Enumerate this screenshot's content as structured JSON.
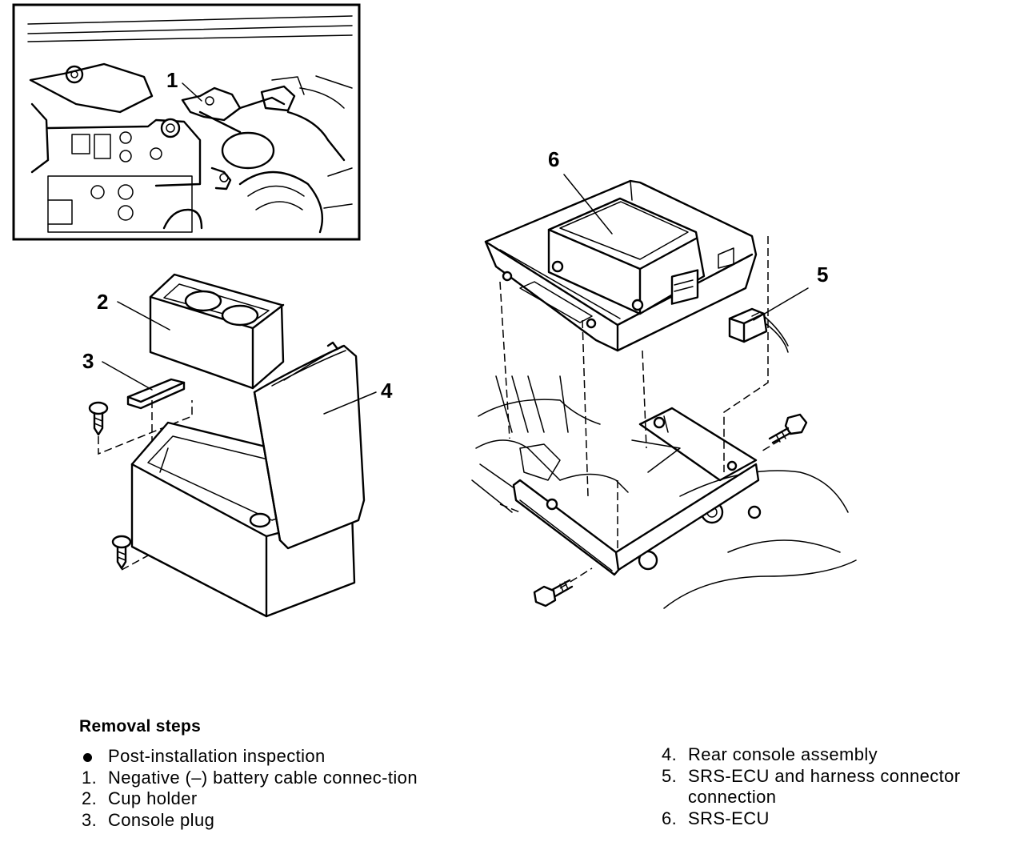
{
  "callouts": [
    {
      "id": "1",
      "text": "1"
    },
    {
      "id": "2",
      "text": "2"
    },
    {
      "id": "3",
      "text": "3"
    },
    {
      "id": "4",
      "text": "4"
    },
    {
      "id": "5",
      "text": "5"
    },
    {
      "id": "6",
      "text": "6"
    }
  ],
  "legend": {
    "title": "Removal steps",
    "left_steps": [
      {
        "marker": "bullet",
        "text": "Post-installation inspection"
      },
      {
        "marker": "1.",
        "text": "Negative (–) battery cable connec-tion"
      },
      {
        "marker": "2.",
        "text": "Cup holder"
      },
      {
        "marker": "3.",
        "text": "Console plug"
      }
    ],
    "right_steps": [
      {
        "marker": "4.",
        "text": "Rear console assembly"
      },
      {
        "marker": "5.",
        "text": "SRS-ECU and harness connector connection"
      },
      {
        "marker": "6.",
        "text": "SRS-ECU"
      }
    ]
  }
}
